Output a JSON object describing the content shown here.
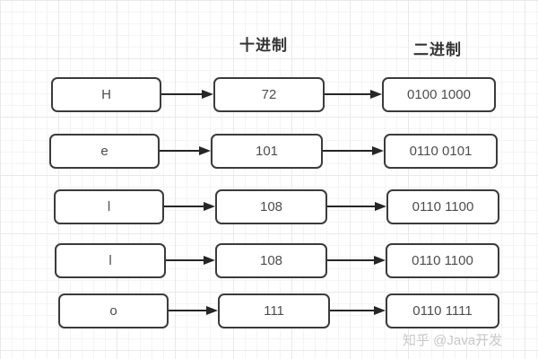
{
  "diagram": {
    "headers": {
      "decimal": "十进制",
      "binary": "二进制"
    },
    "rows": [
      {
        "char": "H",
        "decimal": "72",
        "binary": "0100 1000"
      },
      {
        "char": "e",
        "decimal": "101",
        "binary": "0110 0101"
      },
      {
        "char": "l",
        "decimal": "108",
        "binary": "0110 1100"
      },
      {
        "char": "l",
        "decimal": "108",
        "binary": "0110 1100"
      },
      {
        "char": "o",
        "decimal": "111",
        "binary": "0110 1111"
      }
    ],
    "watermark": "知乎 @Java开发",
    "colors": {
      "box_border": "#3b3b3b",
      "box_fill": "#ffffff",
      "box_text": "#4d4d4d",
      "arrow": "#262626",
      "header_text": "#333333",
      "watermark_text": "#c8c8c8",
      "grid_minor": "#f4f4f4",
      "grid_major": "#e9e9e9"
    }
  }
}
